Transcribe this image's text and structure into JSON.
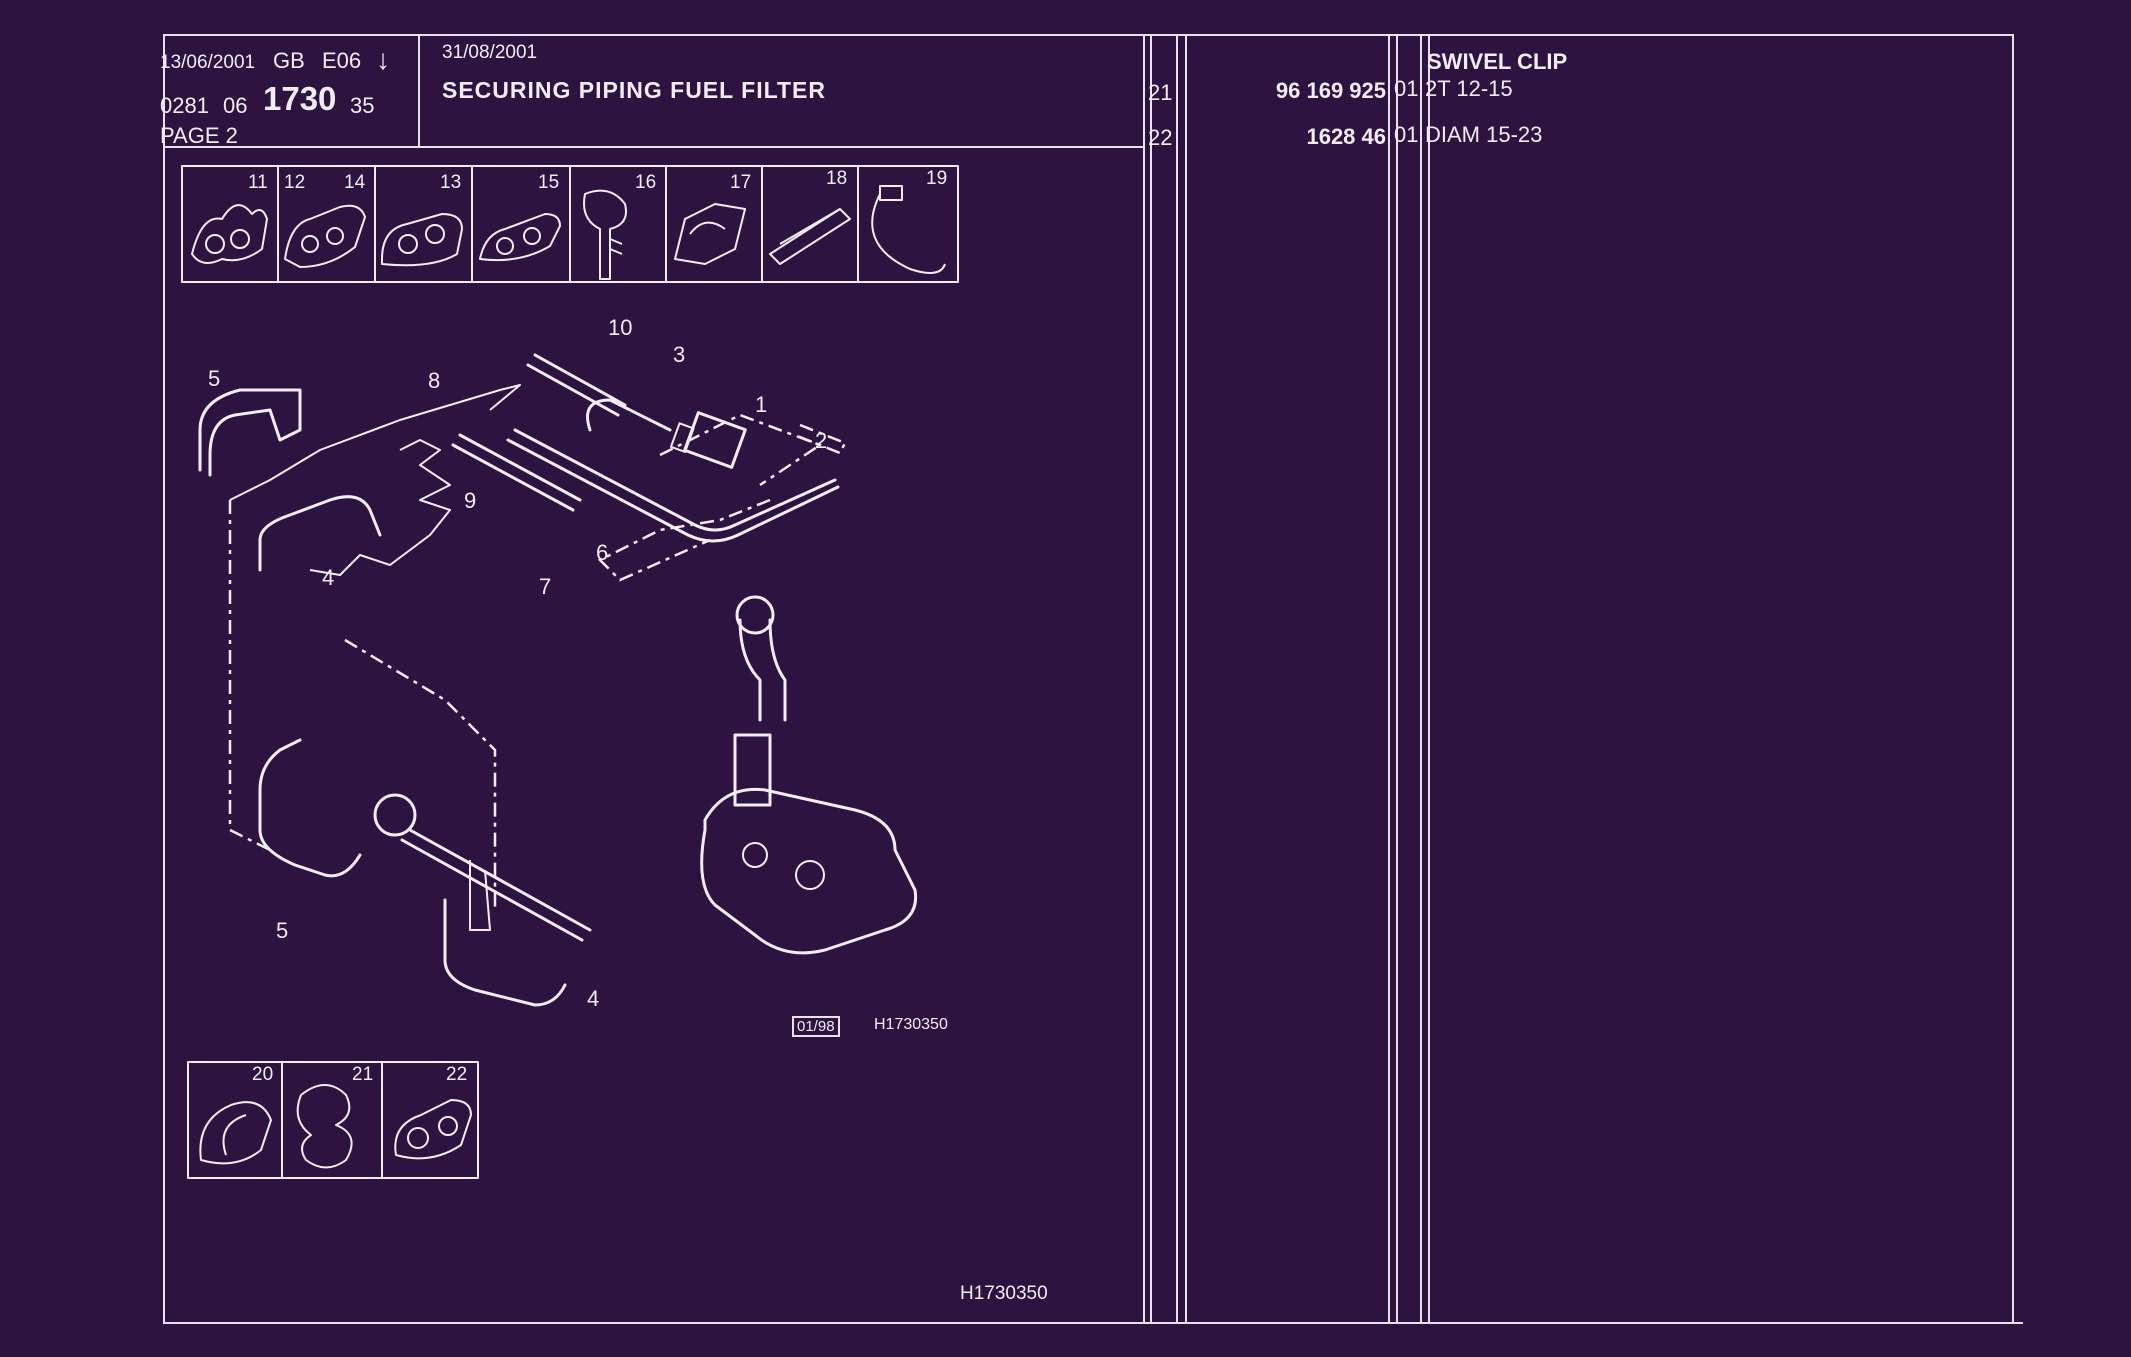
{
  "header": {
    "date_left": "13/06/2001",
    "lang": "GB",
    "code": "E06",
    "arrow": "↓",
    "ref_a": "0281",
    "ref_b": "06",
    "ref_main": "1730",
    "ref_c": "35",
    "page": "PAGE 2",
    "date_right": "31/08/2001",
    "title": "SECURING PIPING FUEL FILTER"
  },
  "thumbs_top": [
    "11",
    "12",
    "14",
    "13",
    "15",
    "16",
    "17",
    "18",
    "19"
  ],
  "thumbs_bottom": [
    "20",
    "21",
    "22"
  ],
  "callouts": [
    "10",
    "3",
    "1",
    "2",
    "5",
    "8",
    "9",
    "6",
    "4",
    "7",
    "5",
    "4"
  ],
  "diagram_stamp": "01/98",
  "diagram_ref": "H1730350",
  "footer_ref": "H1730350",
  "parts": [
    {
      "item": "21",
      "part_no": "96 169 925",
      "qty": "01",
      "desc_1": "SWIVEL CLIP",
      "desc_2": "2T 12-15"
    },
    {
      "item": "22",
      "part_no": "1628 46",
      "qty": "01",
      "desc_1": "",
      "desc_2": "DIAM 15-23"
    }
  ]
}
